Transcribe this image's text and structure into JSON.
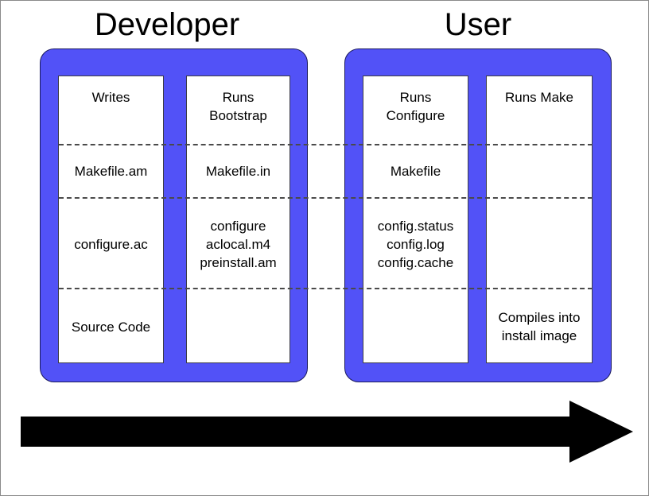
{
  "diagram": {
    "title_developer": "Developer",
    "title_user": "User",
    "accent_blue": "#5252f7",
    "card_border": "#3b3b46",
    "dash_color": "#4a4a4a",
    "arrow_color": "#000000"
  },
  "sections": [
    {
      "name": "developer",
      "label": "Developer",
      "columns": [
        {
          "name": "writes",
          "cells": [
            "Writes",
            "Makefile.am",
            "configure.ac",
            "Source Code"
          ]
        },
        {
          "name": "runs-bootstrap",
          "cells": [
            "Runs\nBootstrap",
            "Makefile.in",
            "configure\naclocal.m4\npreinstall.am",
            ""
          ]
        }
      ]
    },
    {
      "name": "user",
      "label": "User",
      "columns": [
        {
          "name": "runs-configure",
          "cells": [
            "Runs\nConfigure",
            "Makefile",
            "config.status\nconfig.log\nconfig.cache",
            ""
          ]
        },
        {
          "name": "runs-make",
          "cells": [
            "Runs Make",
            "",
            "",
            "Compiles into\ninstall image"
          ]
        }
      ]
    }
  ],
  "arrow": {
    "name": "flow-arrow",
    "direction": "right",
    "label": ""
  }
}
